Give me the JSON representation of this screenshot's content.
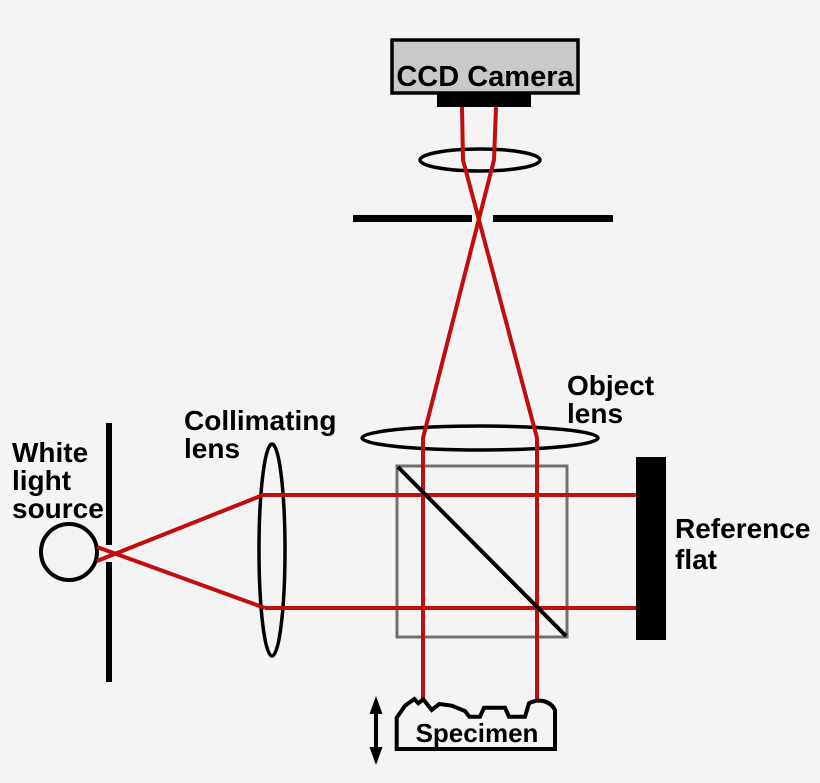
{
  "diagram": {
    "type": "optical-schematic",
    "description": "White light interferometer (Michelson-type) schematic"
  },
  "labels": {
    "camera": "CCD Camera",
    "object_lens_line1": "Object",
    "object_lens_line2": "lens",
    "collimating_line1": "Collimating",
    "collimating_line2": "lens",
    "source_line1": "White",
    "source_line2": "light",
    "source_line3": "source",
    "reference_line1": "Reference",
    "reference_line2": "flat",
    "specimen": "Specimen"
  },
  "colors": {
    "background": "#f4f4f4",
    "ray": "#c00d0d",
    "camera_fill": "#c9c9c9",
    "outline": "#000000",
    "beamsplitter": "#707070"
  }
}
